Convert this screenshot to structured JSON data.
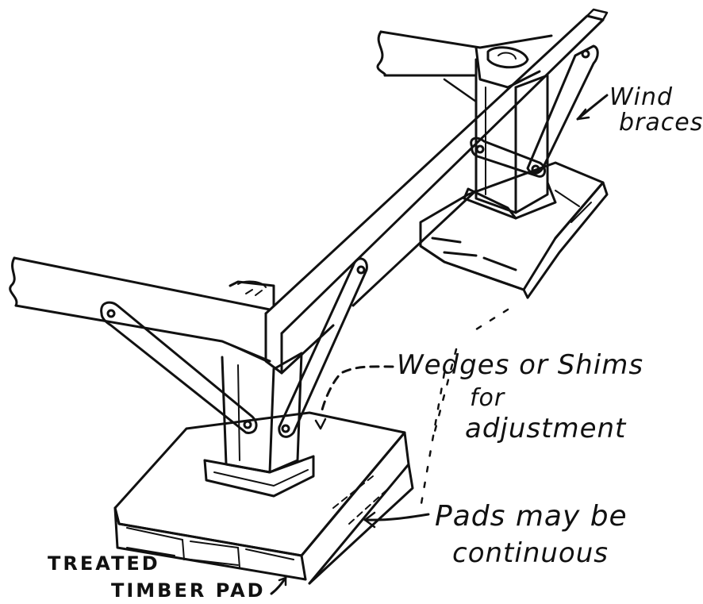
{
  "labels": {
    "wind_braces_line1": "Wind",
    "wind_braces_line2": "braces",
    "wedges_line1": "Wedges  or  Shims",
    "wedges_line2": "for",
    "wedges_line3": "adjustment",
    "pads_line1": "Pads  may  be",
    "pads_line2": "continuous",
    "treated_line1": "TREATED",
    "treated_line2": "TIMBER  PAD"
  },
  "colors": {
    "ink": "#111111",
    "paper": "#ffffff"
  }
}
